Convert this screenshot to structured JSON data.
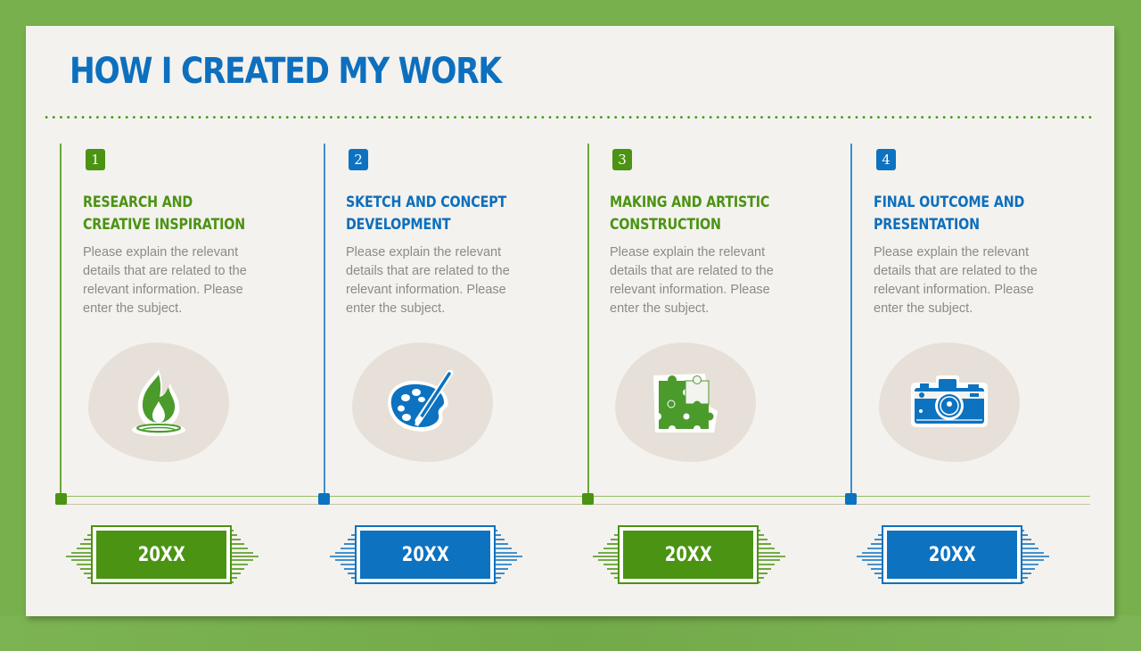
{
  "slide": {
    "title": "HOW I CREATED MY WORK",
    "colors": {
      "background": "#77b04c",
      "card": "#f4f2ee",
      "green": "#4b9313",
      "blue": "#0d72c0",
      "title_blue": "#0d6fbe",
      "body_text": "#8a8a8a",
      "blob": "#e7e0d8"
    }
  },
  "steps": [
    {
      "number": "1",
      "title_line1": "RESEARCH AND",
      "title_line2": "CREATIVE INSPIRATION",
      "description": "Please explain the relevant details that are related to the relevant information. Please enter the subject.",
      "icon": "flame-icon",
      "color": "green",
      "date": "20XX"
    },
    {
      "number": "2",
      "title_line1": "SKETCH AND CONCEPT",
      "title_line2": "DEVELOPMENT",
      "description": "Please explain the relevant details that are related to the relevant information. Please enter the subject.",
      "icon": "paint-palette-icon",
      "color": "blue",
      "date": "20XX"
    },
    {
      "number": "3",
      "title_line1": "MAKING AND ARTISTIC",
      "title_line2": "CONSTRUCTION",
      "description": "Please explain the relevant details that are related to the relevant information. Please enter the subject.",
      "icon": "puzzle-icon",
      "color": "green",
      "date": "20XX"
    },
    {
      "number": "4",
      "title_line1": "FINAL OUTCOME AND",
      "title_line2": "PRESENTATION",
      "description": "Please explain the relevant details that are related to the relevant information. Please enter the subject.",
      "icon": "camera-icon",
      "color": "blue",
      "date": "20XX"
    }
  ]
}
